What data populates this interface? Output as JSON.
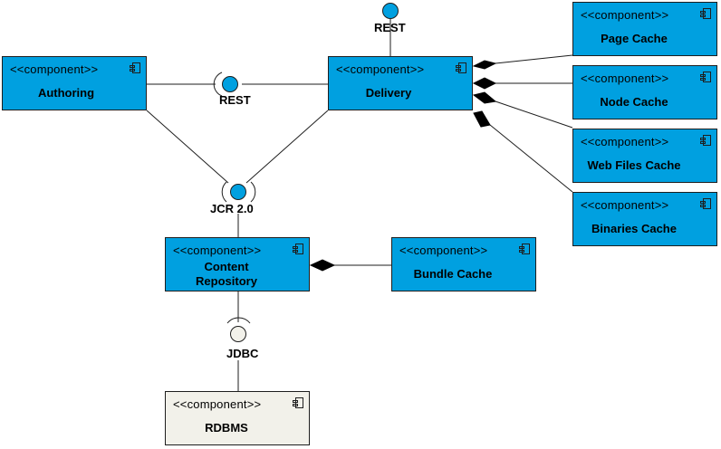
{
  "stereotype": "<<component>>",
  "components": {
    "authoring": {
      "name": "Authoring"
    },
    "delivery": {
      "name": "Delivery"
    },
    "page_cache": {
      "name": "Page Cache"
    },
    "node_cache": {
      "name": "Node Cache"
    },
    "web_files_cache": {
      "name": "Web Files Cache"
    },
    "binaries_cache": {
      "name": "Binaries Cache"
    },
    "content_repository": {
      "name": "Content\nRepository"
    },
    "bundle_cache": {
      "name": "Bundle Cache"
    },
    "rdbms": {
      "name": "RDBMS"
    }
  },
  "interfaces": {
    "rest_top": "REST",
    "rest_mid": "REST",
    "jcr": "JCR 2.0",
    "jdbc": "JDBC"
  },
  "colors": {
    "component": "#00a0e0",
    "component_external": "#f2f1ea",
    "interface_ball": "#00a0e0",
    "line": "#1e1e1e"
  }
}
